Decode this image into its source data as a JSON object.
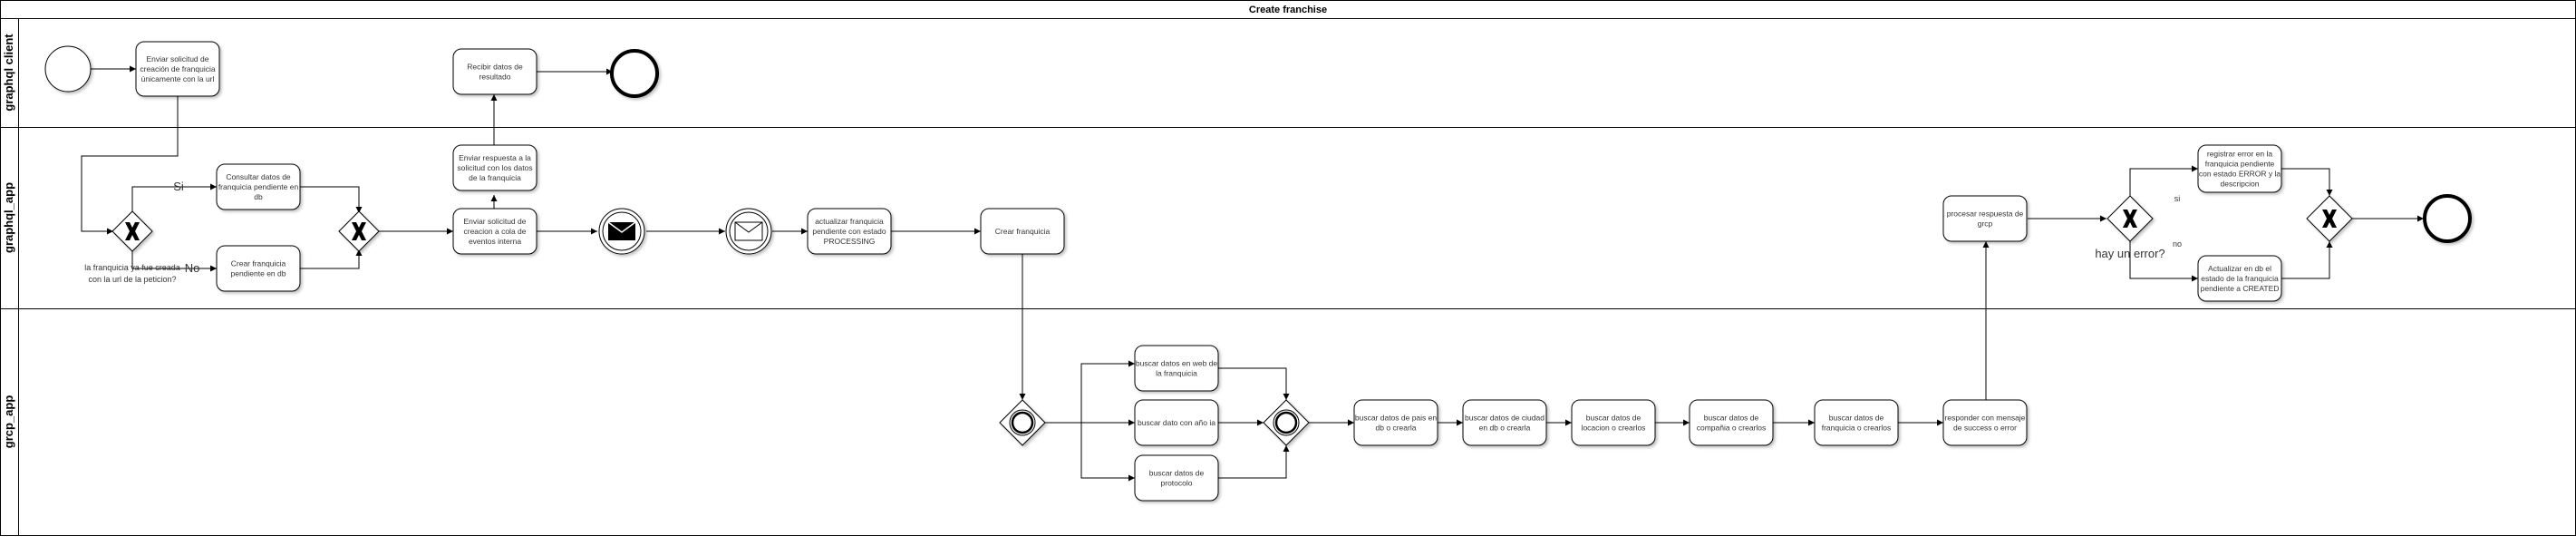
{
  "pool": {
    "title": "Create franchise"
  },
  "lanes": [
    {
      "id": "lane-graphql-client",
      "label": "graphql client"
    },
    {
      "id": "lane-graphql-app",
      "label": "graphql_app"
    },
    {
      "id": "lane-grcp-app",
      "label": "grcp_app"
    }
  ],
  "tasks": {
    "t_send_request": [
      "Enviar solicitud de",
      "creación de franquicia",
      "únicamente con la url"
    ],
    "t_receive_results": [
      "Recibir datos de",
      "resultado"
    ],
    "t_send_response": [
      "Enviar respuesta a la",
      "solicitud con los datos",
      "de la franquicia"
    ],
    "t_query_pending": [
      "Consultar datos de",
      "franquicia pendiente en",
      "db"
    ],
    "t_create_pending": [
      "Crear franquicia",
      "pendiente en db"
    ],
    "t_send_queue": [
      "Enviar solicitud de",
      "creacion a cola de",
      "eventos interna"
    ],
    "t_update_processing": [
      "actualizar franquicia",
      "pendiente con estado",
      "PROCESSING"
    ],
    "t_create_franchise": [
      "Crear  franquicia"
    ],
    "t_process_grpc": [
      "procesar respuesta de",
      "grcp"
    ],
    "t_register_error": [
      "registrar error en la",
      "franquicia pendiente",
      "con estado ERROR y la",
      "descripcion"
    ],
    "t_update_created": [
      "Actualizar en db el",
      "estado de la franquicia",
      "pendiente a CREATED"
    ],
    "t_search_web": [
      "buscar datos en web de",
      "la franquicia"
    ],
    "t_search_year": [
      "buscar dato con año ia"
    ],
    "t_search_protocol": [
      "buscar datos de",
      "protocolo"
    ],
    "t_search_country": [
      "buscar datos de pais en",
      "db o crearla"
    ],
    "t_search_city": [
      "buscar datos de ciudad",
      "en db o crearla"
    ],
    "t_search_location": [
      "buscar datos de",
      "locacion o crearlos"
    ],
    "t_search_company": [
      "buscar datos de",
      "compañia o crearlos"
    ],
    "t_search_franchise": [
      "buscar datos de",
      "franquicia o crearlos"
    ],
    "t_respond_msg": [
      "responder con mensaje",
      "de success o error"
    ]
  },
  "gateway_labels": {
    "exists_question": [
      "la franquicia ya fue creada",
      "con la url de la peticion?"
    ],
    "error_question": "hay un error?"
  },
  "flow_labels": {
    "si_upper": "Si",
    "no_lower": "No",
    "si_error": "si",
    "no_error": "no"
  },
  "colors": {
    "stroke": "#000000",
    "task_fill": "#ffffff",
    "text": "#333333"
  }
}
